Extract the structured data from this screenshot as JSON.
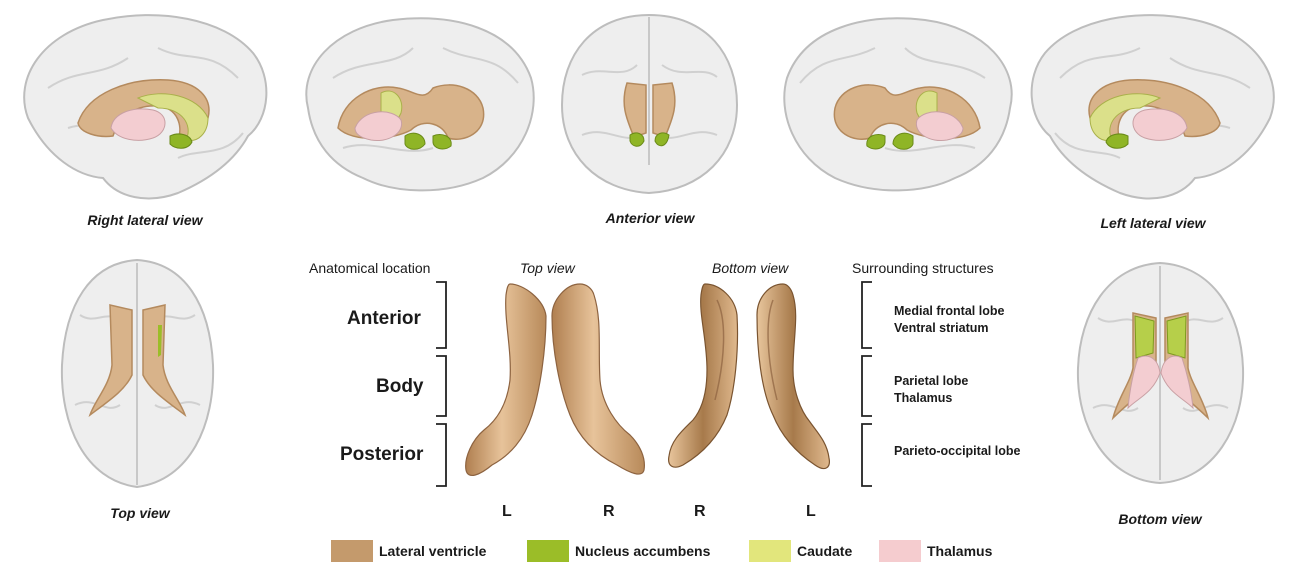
{
  "colors": {
    "lateral_ventricle": "#c49a6c",
    "nucleus_accumbens": "#9bbd28",
    "caudate": "#e2e67c",
    "thalamus": "#f5cccf",
    "brain_shell": "#d9d9d9"
  },
  "views": {
    "right_lateral": "Right lateral view",
    "anterior": "Anterior view",
    "left_lateral": "Left lateral view",
    "top": "Top view",
    "bottom": "Bottom view"
  },
  "center": {
    "col_location": "Anatomical location",
    "col_top": "Top view",
    "col_bottom": "Bottom view",
    "col_surrounding": "Surrounding structures",
    "regions": [
      {
        "name": "Anterior",
        "line1": "Medial frontal lobe",
        "line2": "Ventral striatum"
      },
      {
        "name": "Body",
        "line1": "Parietal lobe",
        "line2": "Thalamus"
      },
      {
        "name": "Posterior",
        "line1": "Parieto-occipital lobe",
        "line2": ""
      }
    ],
    "side_labels": [
      "L",
      "R",
      "R",
      "L"
    ]
  },
  "legend": [
    {
      "label": "Lateral ventricle",
      "color": "#c49a6c"
    },
    {
      "label": "Nucleus accumbens",
      "color": "#9bbd28"
    },
    {
      "label": "Caudate",
      "color": "#e2e67c"
    },
    {
      "label": "Thalamus",
      "color": "#f5cccf"
    }
  ]
}
